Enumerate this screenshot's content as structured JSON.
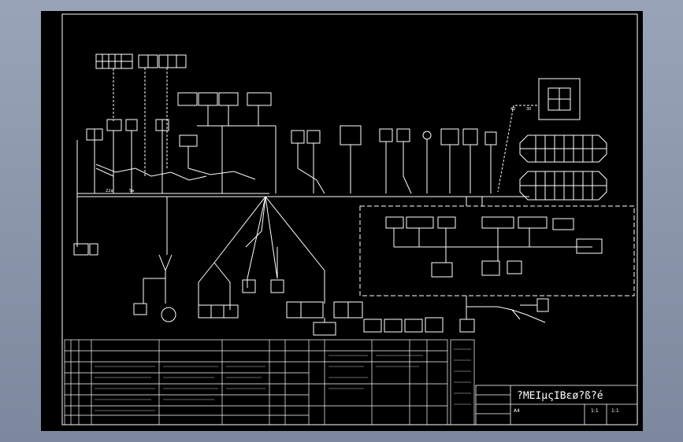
{
  "title_block": {
    "title": "?ΜΕΙμςΙΒεø?ß?é",
    "scale": "1:1",
    "sheet": "1:1",
    "code": "A4"
  },
  "connector_labels": {
    "wire_right_1": "40",
    "wire_right_2": "30",
    "wire_left_1": "22a",
    "wire_left_2": "5a"
  }
}
